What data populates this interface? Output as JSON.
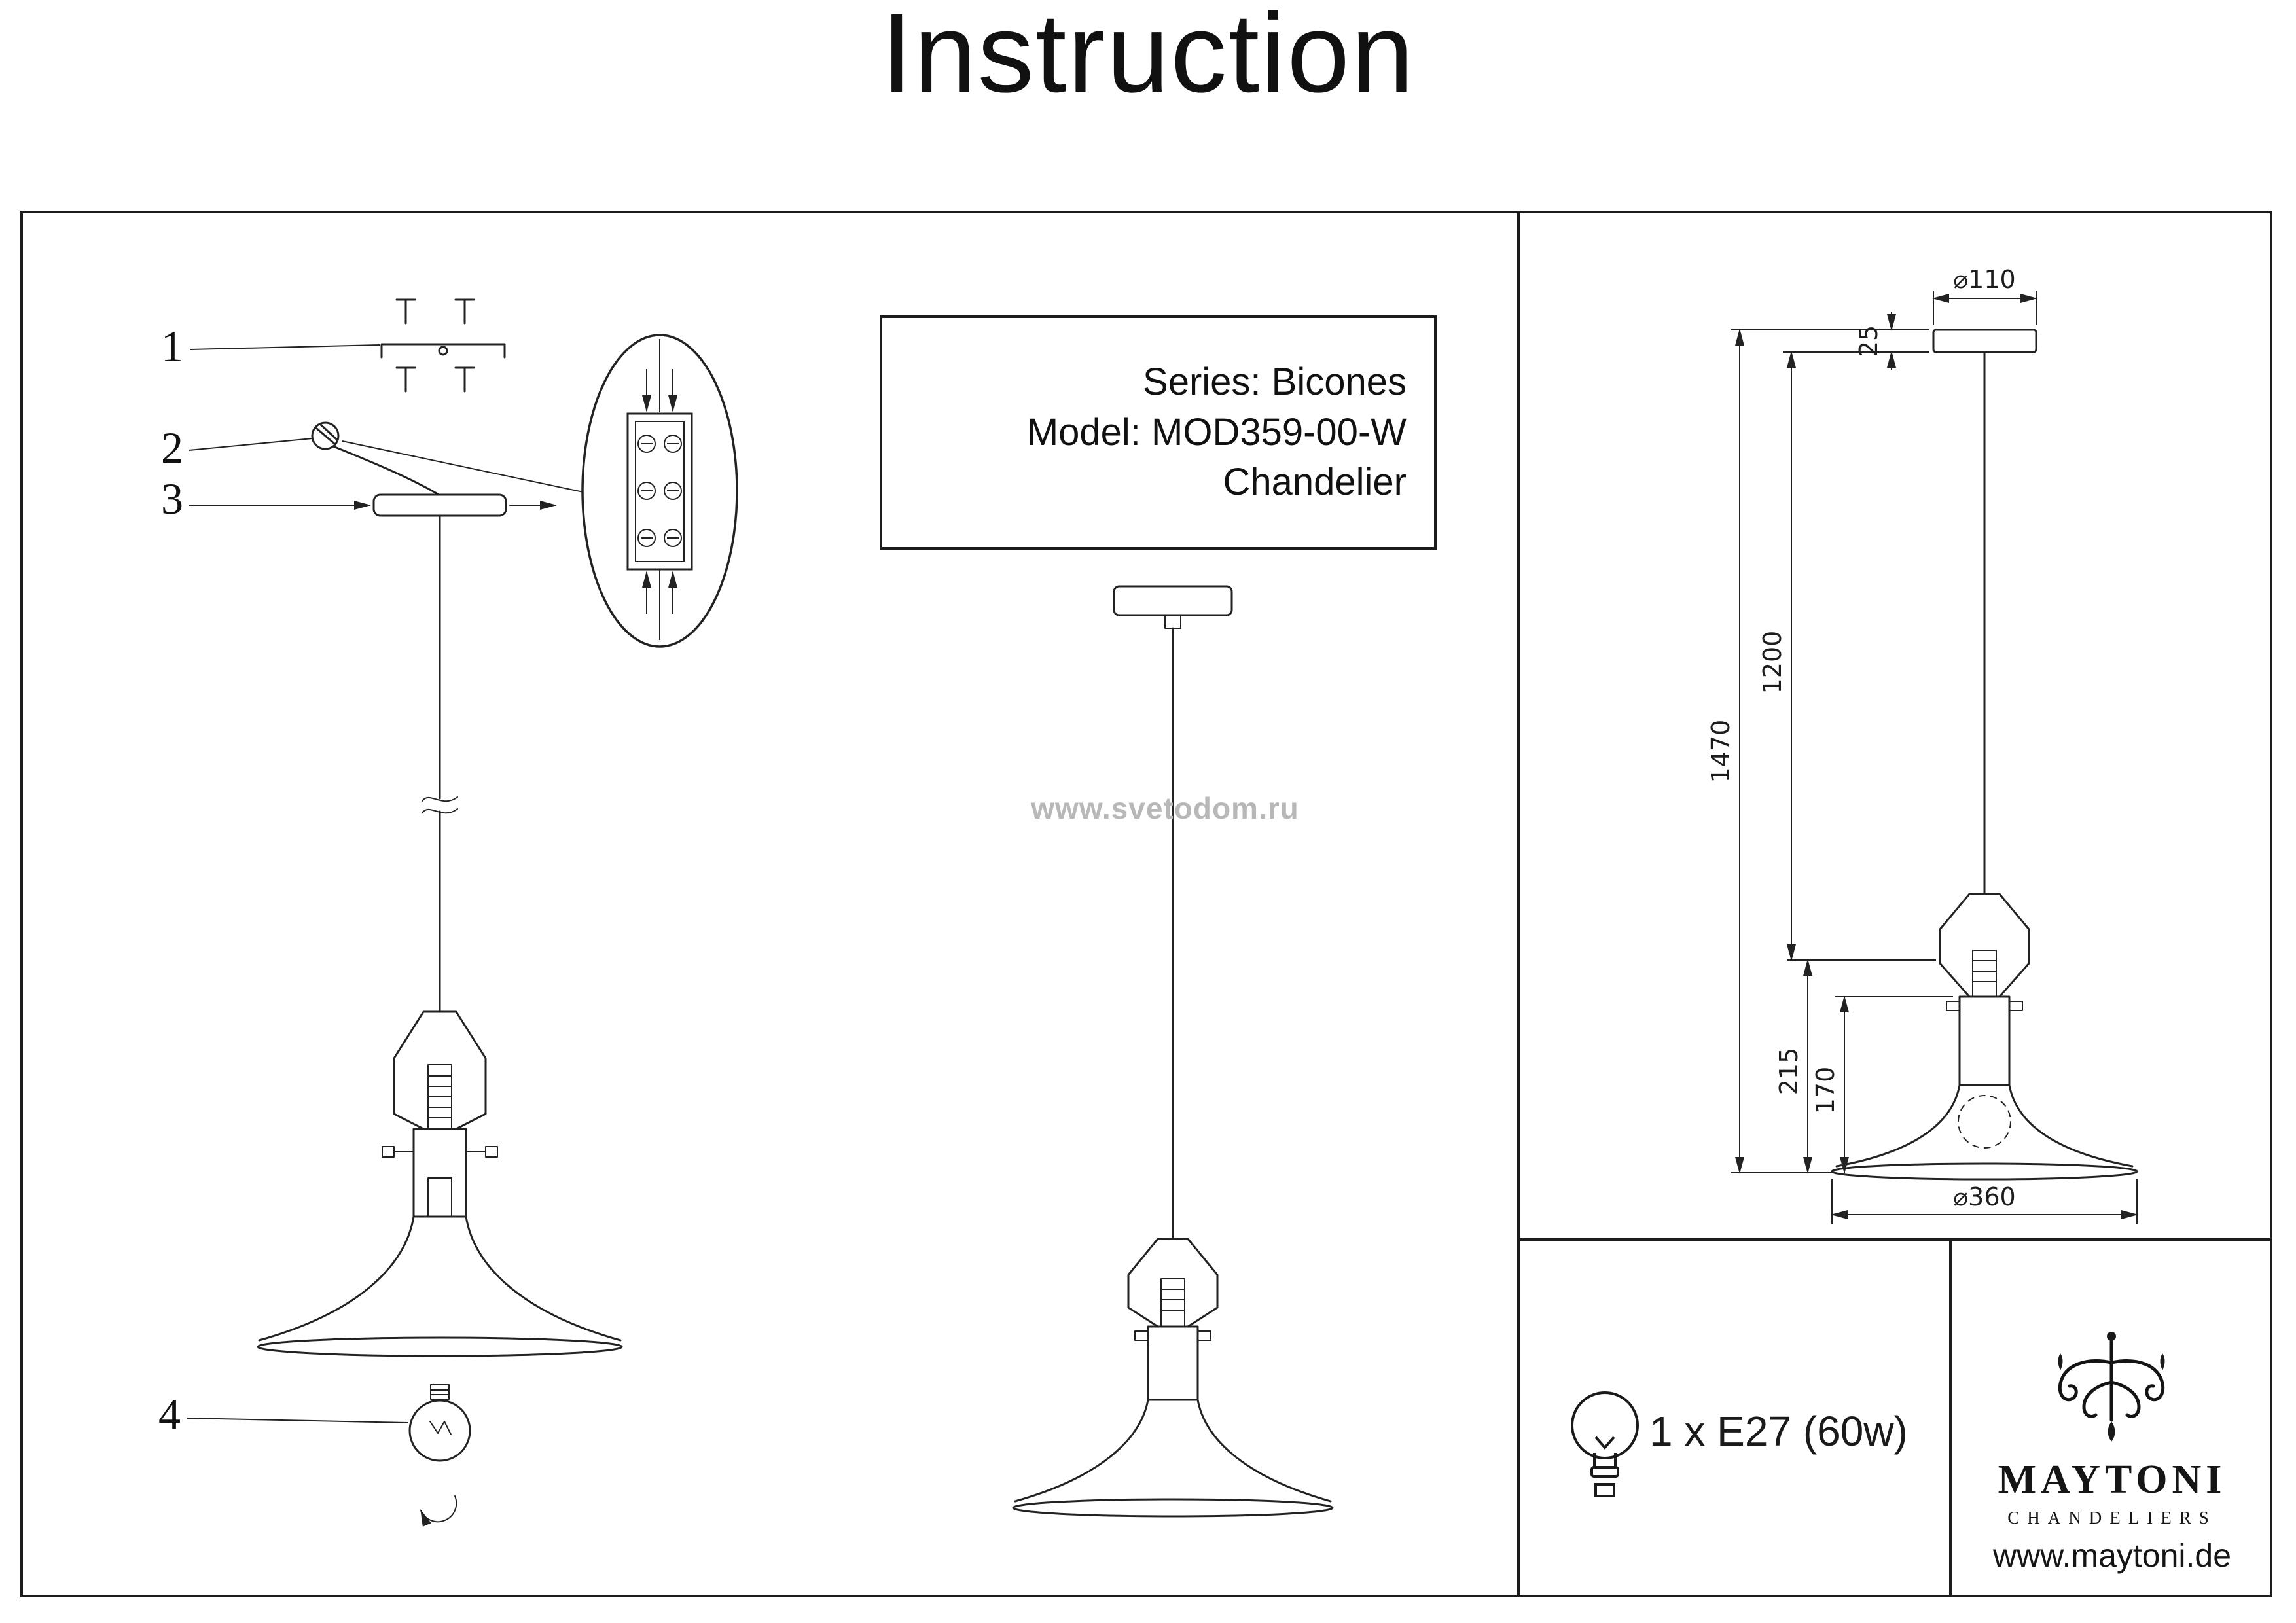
{
  "title": "Instruction",
  "info_box": {
    "series": "Series: Bicones",
    "model": "Model: MOD359-00-W",
    "type": "Chandelier"
  },
  "watermark": "www.svetodom.ru",
  "part_labels": {
    "p1": "1",
    "p2": "2",
    "p3": "3",
    "p4": "4"
  },
  "dimensions": {
    "canopy_diameter": "⌀110",
    "canopy_height": "25",
    "total_height": "1470",
    "cord_length": "1200",
    "lamp_height": "215",
    "shade_height": "170",
    "shade_diameter": "⌀360"
  },
  "spec": {
    "bulb": "1 x E27 (60w)"
  },
  "brand": {
    "name": "MAYTONI",
    "subtitle": "CHANDELIERS",
    "website": "www.maytoni.de"
  },
  "icons": {
    "spec_bulb": "light-bulb-icon",
    "brand_ornament": "chandelier-flourish-icon"
  }
}
